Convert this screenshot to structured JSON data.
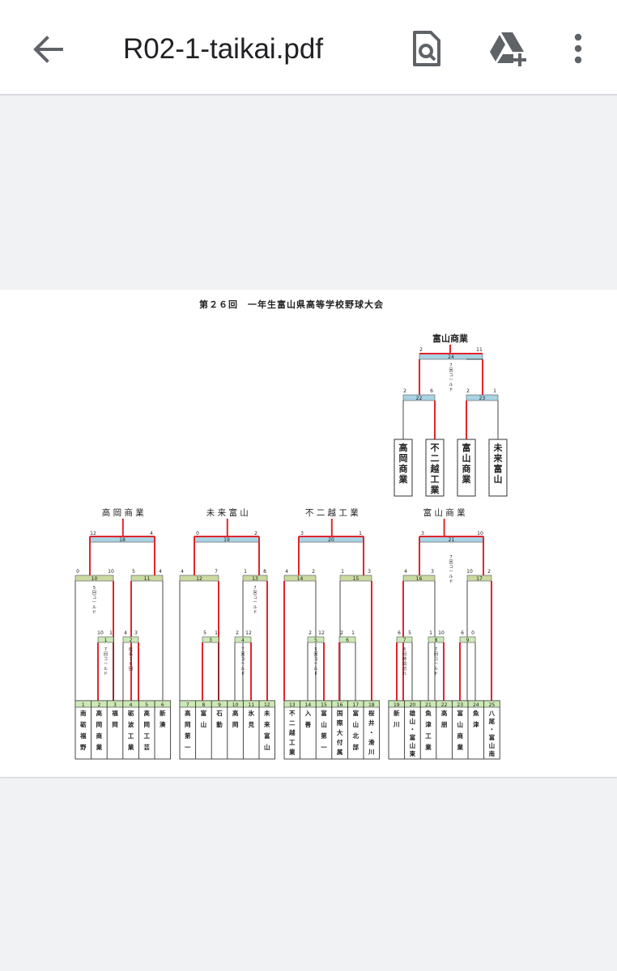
{
  "toolbar": {
    "file_name": "R02-1-taikai.pdf",
    "back_icon": "arrow-left-icon",
    "find_icon": "find-in-document-icon",
    "drive_icon": "add-to-drive-icon",
    "more_icon": "more-vert-icon"
  },
  "document": {
    "title": "第２６回　一年生富山県高等学校野球大会",
    "colors": {
      "win_line": "#e0262c",
      "box_blue": "#a9d3e3",
      "box_green": "#cce8b5",
      "box_olive": "#c9d9a0"
    },
    "final": {
      "champion": "富山商業",
      "game_no": "24",
      "scores": [
        "2",
        "11"
      ],
      "note": "7回コールド",
      "semis": [
        {
          "game_no": "22",
          "scores": [
            "2",
            "6"
          ]
        },
        {
          "game_no": "23",
          "scores": [
            "2",
            "1"
          ]
        }
      ],
      "teams": [
        "高岡商業",
        "不二越工業",
        "富山商業",
        "未来富山"
      ]
    },
    "blocks": [
      {
        "winner": "高岡商業",
        "final_game": "18",
        "final_scores": [
          "12",
          "4"
        ],
        "games": [
          {
            "no": "10",
            "scores": [
              "0",
              "10"
            ],
            "note": "5回コールド"
          },
          {
            "no": "11",
            "scores": [
              "5",
              "4"
            ],
            "note": ""
          },
          {
            "no": "1",
            "scores": [
              "10",
              "1"
            ],
            "note": "7回コールド"
          },
          {
            "no": "2",
            "scores": [
              "4",
              "3"
            ],
            "note": "延長10回"
          }
        ],
        "teams": [
          {
            "no": "1",
            "name": "南砺福野"
          },
          {
            "no": "2",
            "name": "高岡商業"
          },
          {
            "no": "3",
            "name": "福岡"
          },
          {
            "no": "4",
            "name": "砺波工業"
          },
          {
            "no": "5",
            "name": "高岡工芸"
          },
          {
            "no": "6",
            "name": "新湊"
          }
        ]
      },
      {
        "winner": "未来富山",
        "final_game": "19",
        "final_scores": [
          "0",
          "2"
        ],
        "games": [
          {
            "no": "12",
            "scores": [
              "4",
              "7"
            ],
            "note": ""
          },
          {
            "no": "13",
            "scores": [
              "1",
              "8"
            ],
            "note": "7回コールド"
          },
          {
            "no": "3",
            "scores": [
              "5",
              "1"
            ],
            "note": ""
          },
          {
            "no": "4",
            "scores": [
              "2",
              "12"
            ],
            "note": "7回コールド"
          }
        ],
        "teams": [
          {
            "no": "7",
            "name": "高岡第一"
          },
          {
            "no": "8",
            "name": "富山"
          },
          {
            "no": "9",
            "name": "石動"
          },
          {
            "no": "10",
            "name": "高岡"
          },
          {
            "no": "11",
            "name": "氷見"
          },
          {
            "no": "12",
            "name": "未来富山"
          }
        ]
      },
      {
        "winner": "不二越工業",
        "final_game": "20",
        "final_scores": [
          "3",
          "1"
        ],
        "games": [
          {
            "no": "14",
            "scores": [
              "4",
              "2"
            ],
            "note": ""
          },
          {
            "no": "15",
            "scores": [
              "1",
              "3"
            ],
            "note": ""
          },
          {
            "no": "5",
            "scores": [
              "2",
              "12"
            ],
            "note": "5回コールド"
          },
          {
            "no": "6",
            "scores": [
              "2",
              "1"
            ],
            "note": ""
          }
        ],
        "teams": [
          {
            "no": "13",
            "name": "不二越工業"
          },
          {
            "no": "14",
            "name": "入善"
          },
          {
            "no": "15",
            "name": "富山第一"
          },
          {
            "no": "16",
            "name": "国際大付属"
          },
          {
            "no": "17",
            "name": "富山北部"
          },
          {
            "no": "18",
            "name": "桜井・滑川"
          }
        ]
      },
      {
        "winner": "富山商業",
        "final_game": "21",
        "final_scores": [
          "3",
          "10"
        ],
        "final_note": "7回コールド",
        "games": [
          {
            "no": "16",
            "scores": [
              "4",
              "3"
            ],
            "note": ""
          },
          {
            "no": "17",
            "scores": [
              "10",
              "2"
            ],
            "note": ""
          },
          {
            "no": "7",
            "scores": [
              "6",
              "5"
            ],
            "note": "8回時間切れ"
          },
          {
            "no": "8",
            "scores": [
              "1",
              "10"
            ],
            "note": "7回コールド"
          },
          {
            "no": "9",
            "scores": [
              "6",
              "0"
            ],
            "note": ""
          }
        ],
        "teams": [
          {
            "no": "19",
            "name": "新川"
          },
          {
            "no": "20",
            "name": "雄山・富山東"
          },
          {
            "no": "21",
            "name": "魚津工業"
          },
          {
            "no": "22",
            "name": "高朋"
          },
          {
            "no": "23",
            "name": "富山商業"
          },
          {
            "no": "24",
            "name": "魚津"
          },
          {
            "no": "25",
            "name": "八尾・富山南"
          }
        ]
      }
    ]
  }
}
